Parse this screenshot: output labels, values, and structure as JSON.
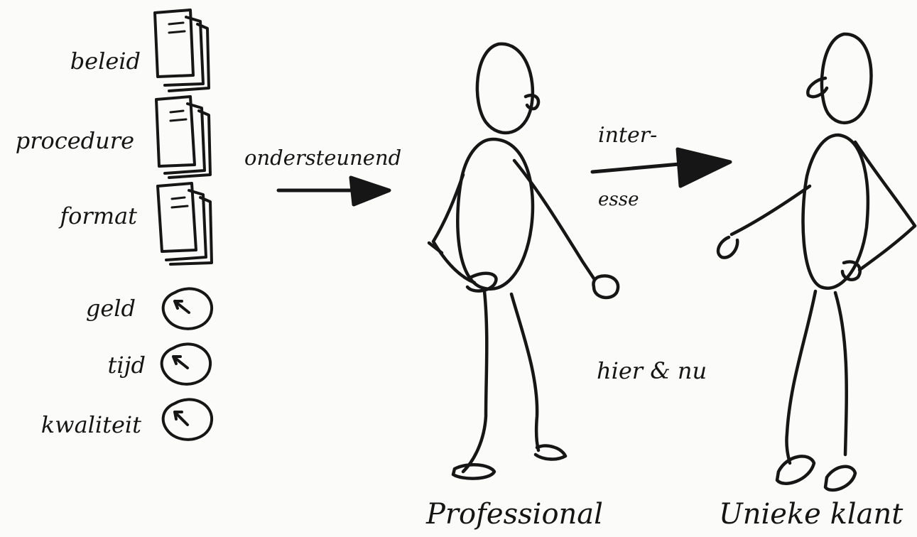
{
  "resources": {
    "documents": [
      "beleid",
      "procedure",
      "format"
    ],
    "scarce": [
      "geld",
      "tijd",
      "kwaliteit"
    ]
  },
  "arrows": {
    "support_label": "ondersteunend",
    "interest_top": "inter-",
    "interest_bottom": "esse"
  },
  "context_label": "hier & nu",
  "actors": {
    "professional": "Professional",
    "client": "Unieke klant"
  },
  "colors": {
    "ink": "#161616",
    "paper": "#fbfbfa"
  },
  "icons": [
    "document-stack-icon",
    "clock-icon",
    "arrow-right-icon",
    "stick-figure-icon"
  ]
}
